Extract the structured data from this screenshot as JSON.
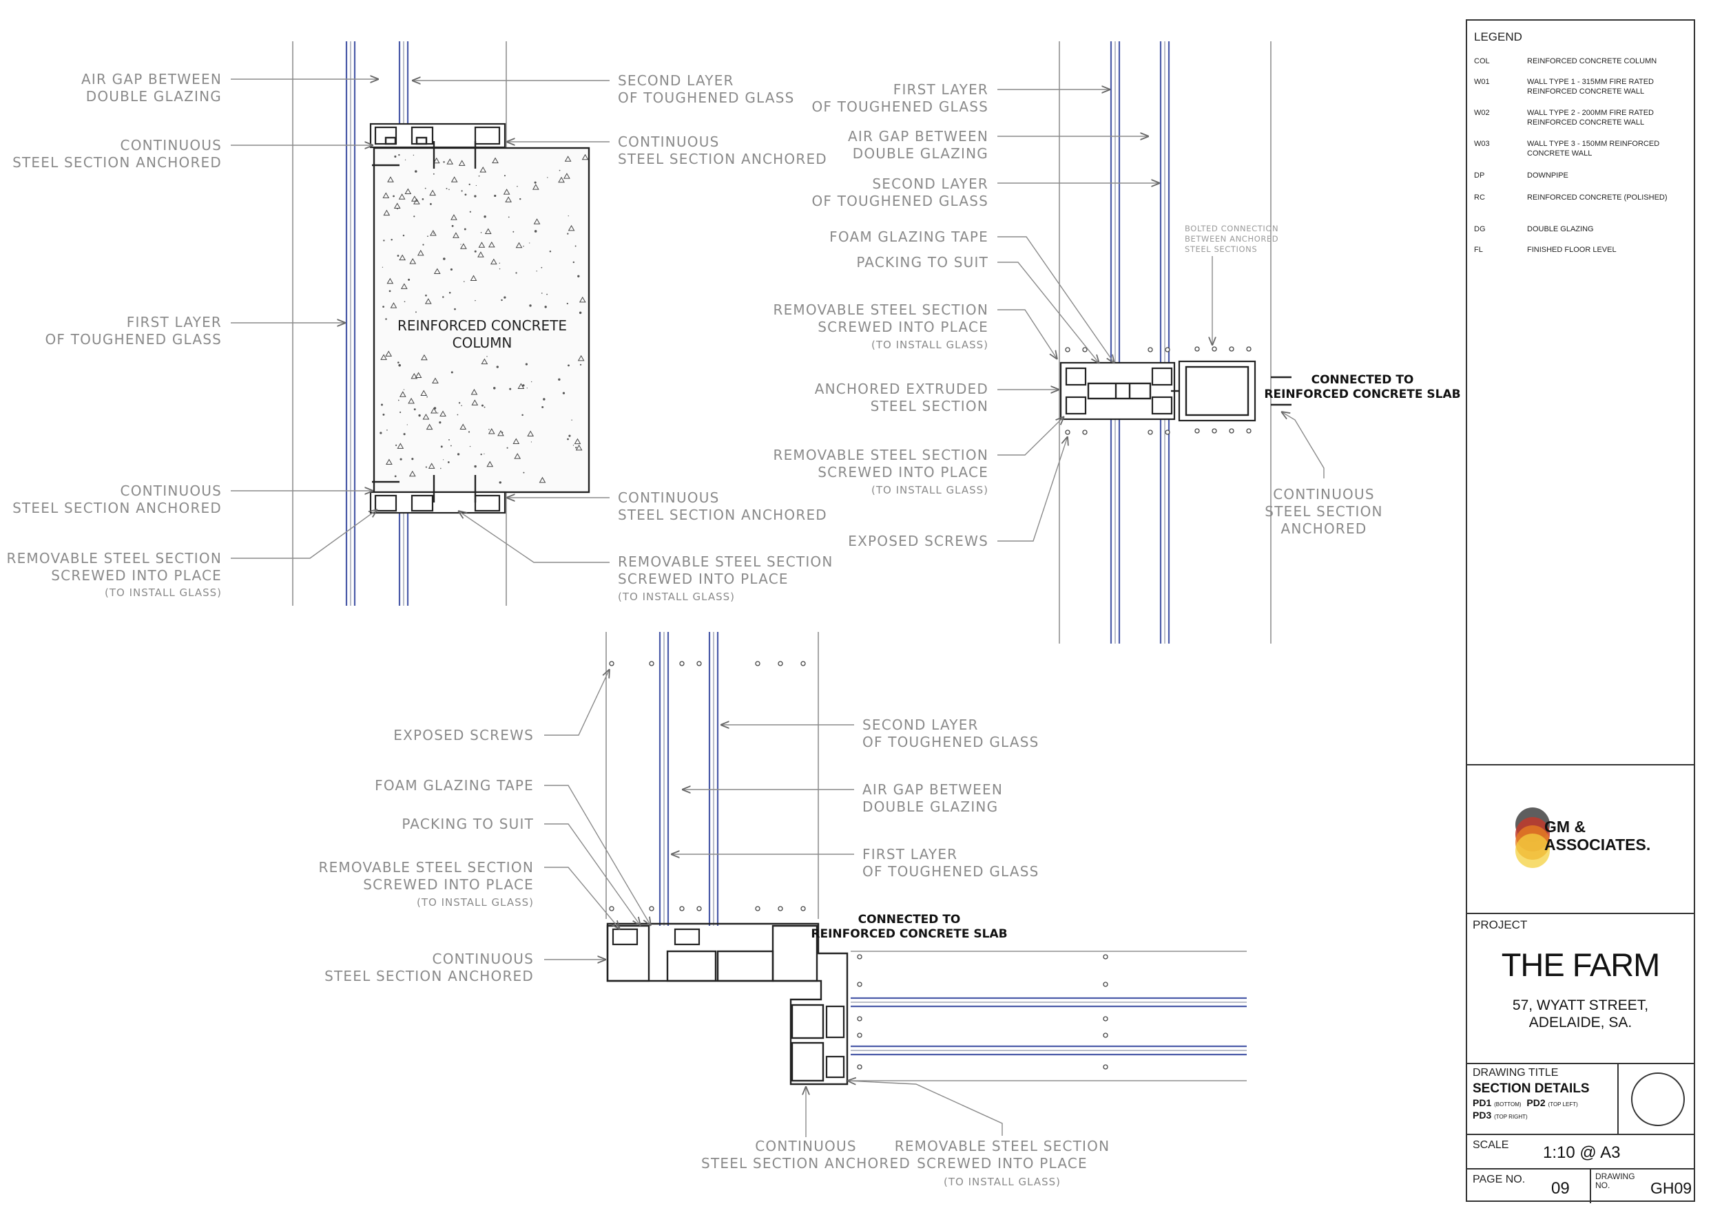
{
  "details": {
    "top_left": {
      "air_gap": [
        "AIR GAP BETWEEN",
        "DOUBLE GLAZING"
      ],
      "second_layer": [
        "SECOND LAYER",
        "OF TOUGHENED GLASS"
      ],
      "cont_left_top": [
        "CONTINUOUS",
        "STEEL SECTION ANCHORED"
      ],
      "cont_right_top": [
        "CONTINUOUS",
        "STEEL SECTION ANCHORED"
      ],
      "first_layer": [
        "FIRST LAYER",
        "OF TOUGHENED GLASS"
      ],
      "column": [
        "REINFORCED CONCRETE",
        "COLUMN"
      ],
      "cont_left_bot": [
        "CONTINUOUS",
        "STEEL SECTION ANCHORED"
      ],
      "cont_right_bot": [
        "CONTINUOUS",
        "STEEL SECTION ANCHORED"
      ],
      "removable_left": [
        "REMOVABLE STEEL SECTION",
        "SCREWED INTO PLACE",
        "(TO INSTALL GLASS)"
      ],
      "removable_right": [
        "REMOVABLE STEEL SECTION",
        "SCREWED INTO PLACE",
        "(TO INSTALL GLASS)"
      ]
    },
    "top_right": {
      "first_layer": [
        "FIRST LAYER",
        "OF TOUGHENED GLASS"
      ],
      "air_gap": [
        "AIR GAP BETWEEN",
        "DOUBLE GLAZING"
      ],
      "second_layer": [
        "SECOND LAYER",
        "OF TOUGHENED GLASS"
      ],
      "foam": "FOAM GLAZING TAPE",
      "packing": "PACKING TO SUIT",
      "bolted": [
        "BOLTED CONNECTION",
        "BETWEEN ANCHORED",
        "STEEL SECTIONS"
      ],
      "removable_top": [
        "REMOVABLE STEEL SECTION",
        "SCREWED INTO PLACE",
        "(TO INSTALL GLASS)"
      ],
      "anchored": [
        "ANCHORED EXTRUDED",
        "STEEL SECTION"
      ],
      "connected": [
        "CONNECTED TO",
        "REINFORCED CONCRETE SLAB"
      ],
      "removable_bot": [
        "REMOVABLE STEEL SECTION",
        "SCREWED INTO PLACE",
        "(TO INSTALL GLASS)"
      ],
      "continuous": [
        "CONTINUOUS",
        "STEEL SECTION",
        "ANCHORED"
      ],
      "exposed": "EXPOSED SCREWS"
    },
    "bottom": {
      "exposed": "EXPOSED SCREWS",
      "second_layer": [
        "SECOND LAYER",
        "OF TOUGHENED GLASS"
      ],
      "foam": "FOAM GLAZING TAPE",
      "air_gap": [
        "AIR GAP BETWEEN",
        "DOUBLE GLAZING"
      ],
      "packing": "PACKING TO SUIT",
      "removable_left": [
        "REMOVABLE STEEL SECTION",
        "SCREWED INTO PLACE",
        "(TO INSTALL GLASS)"
      ],
      "first_layer": [
        "FIRST LAYER",
        "OF TOUGHENED GLASS"
      ],
      "connected": [
        "CONNECTED TO",
        "REINFORCED CONCRETE SLAB"
      ],
      "continuous_left": [
        "CONTINUOUS",
        "STEEL SECTION ANCHORED"
      ],
      "continuous_bot": [
        "CONTINUOUS",
        "STEEL SECTION ANCHORED"
      ],
      "removable_bot": [
        "REMOVABLE STEEL SECTION",
        "SCREWED INTO PLACE",
        "(TO INSTALL GLASS)"
      ]
    }
  },
  "legend": {
    "title": "LEGEND",
    "items": [
      {
        "code": "COL",
        "desc": "REINFORCED CONCRETE COLUMN"
      },
      {
        "code": "W01",
        "desc": "WALL TYPE 1 - 315MM FIRE RATED REINFORCED CONCRETE WALL"
      },
      {
        "code": "W02",
        "desc": "WALL TYPE 2 - 200MM FIRE RATED REINFORCED CONCRETE WALL"
      },
      {
        "code": "W03",
        "desc": "WALL TYPE 3 - 150MM REINFORCED CONCRETE WALL"
      },
      {
        "code": "DP",
        "desc": "DOWNPIPE"
      },
      {
        "code": "RC",
        "desc": "REINFORCED CONCRETE (POLISHED)"
      },
      {
        "code": "DG",
        "desc": "DOUBLE GLAZING"
      },
      {
        "code": "FL",
        "desc": "FINISHED FLOOR LEVEL"
      }
    ]
  },
  "logo": {
    "line1": "GM &",
    "line2": "ASSOCIATES.",
    "colors": [
      "#555555",
      "#c0392b",
      "#e67e22",
      "#f4d03f"
    ]
  },
  "project": {
    "label": "PROJECT",
    "name": "THE FARM",
    "address1": "57, WYATT STREET,",
    "address2": "ADELAIDE, SA."
  },
  "drawing": {
    "label": "DRAWING TITLE",
    "title": "SECTION DETAILS",
    "pd1": "PD1",
    "pd1_note": "(BOTTOM)",
    "pd2": "PD2",
    "pd2_note": "(TOP LEFT)",
    "pd3": "PD3",
    "pd3_note": "(TOP RIGHT)"
  },
  "scale": {
    "label": "SCALE",
    "value": "1:10 @ A3"
  },
  "page": {
    "label": "PAGE NO.",
    "value": "09",
    "drawing_label_1": "DRAWING",
    "drawing_label_2": "NO.",
    "drawing_value": "GH09"
  },
  "colors": {
    "glass": "#4a5aa8",
    "line": "#222222",
    "leader": "#8a8a8a"
  }
}
